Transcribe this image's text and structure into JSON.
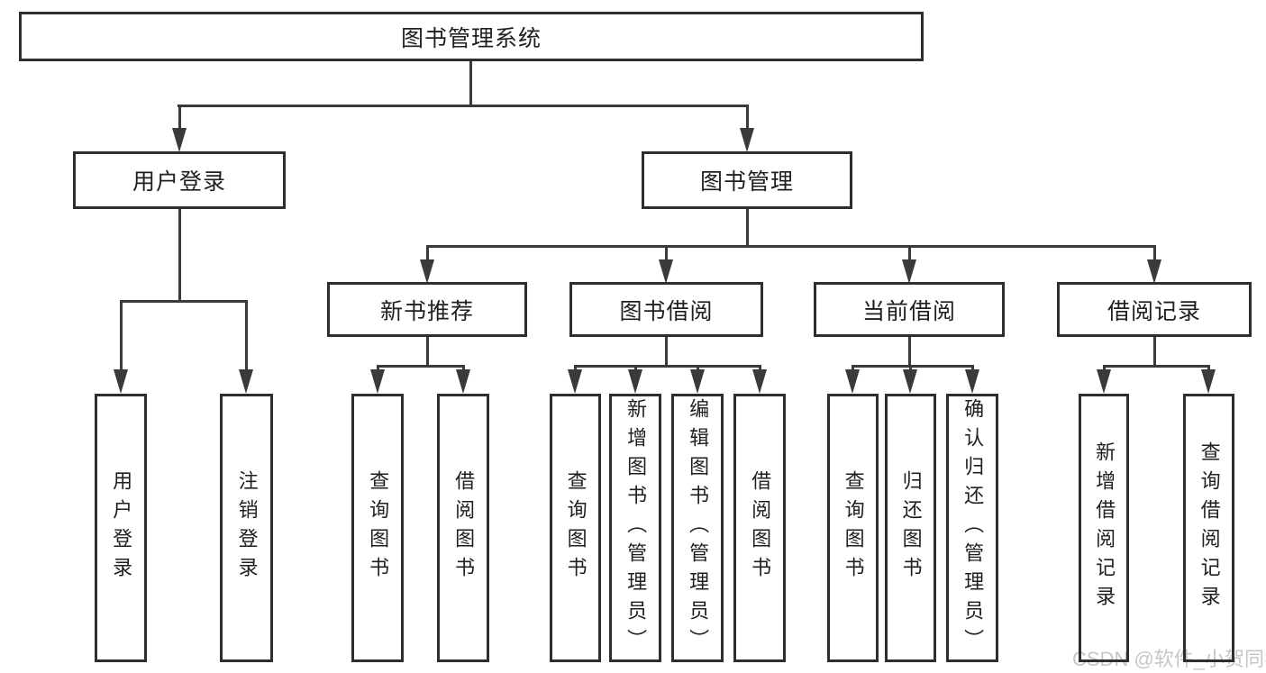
{
  "tree": {
    "root": {
      "label": "图书管理系统"
    },
    "branches": [
      {
        "label": "用户登录",
        "children": [
          {
            "label": "用户登录"
          },
          {
            "label": "注销登录"
          }
        ]
      },
      {
        "label": "图书管理",
        "children": [
          {
            "label": "新书推荐",
            "children": [
              {
                "label": "查询图书"
              },
              {
                "label": "借阅图书"
              }
            ]
          },
          {
            "label": "图书借阅",
            "children": [
              {
                "label": "查询图书"
              },
              {
                "label": "新增图书（管理员）"
              },
              {
                "label": "编辑图书（管理员）"
              },
              {
                "label": "借阅图书"
              }
            ]
          },
          {
            "label": "当前借阅",
            "children": [
              {
                "label": "查询图书"
              },
              {
                "label": "归还图书"
              },
              {
                "label": "确认归还（管理员）"
              }
            ]
          },
          {
            "label": "借阅记录",
            "children": [
              {
                "label": "新增借阅记录"
              },
              {
                "label": "查询借阅记录"
              }
            ]
          }
        ]
      }
    ]
  },
  "watermark": {
    "text": "CSDN @软件_小贺同学"
  },
  "colors": {
    "line": "#3a3a3a",
    "box_border": "#2e2e2e",
    "text": "#1f1f1f",
    "background": "#ffffff",
    "watermark": "#c6c6c6"
  }
}
